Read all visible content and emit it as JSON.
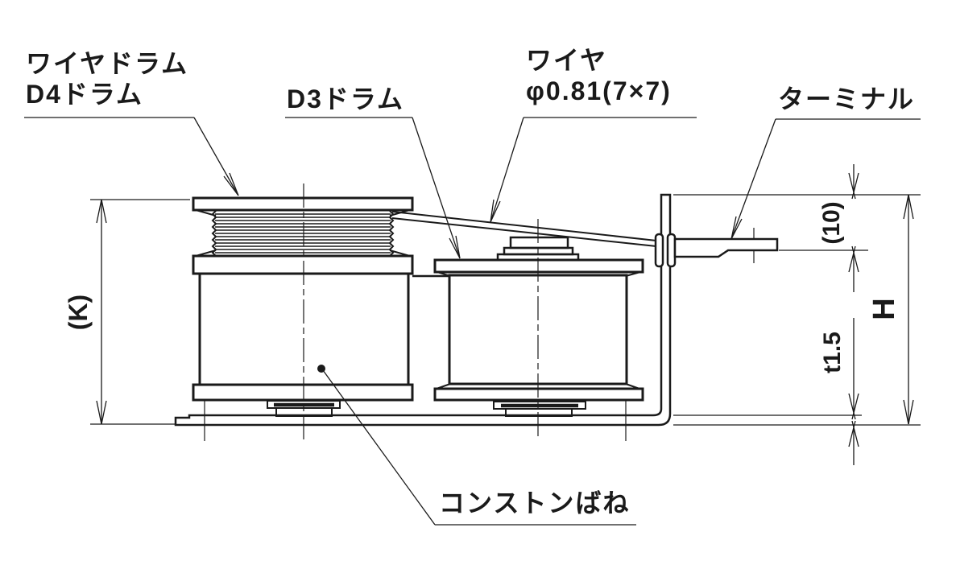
{
  "figure": {
    "type": "mechanical-drawing",
    "background": "#ffffff",
    "line_color": "#1a1a1a"
  },
  "labels": {
    "wire_drum": {
      "line1": "ワイヤドラム",
      "line2": "D4ドラム"
    },
    "d3_drum": "D3ドラム",
    "wire": {
      "line1": "ワイヤ",
      "line2": "φ0.81(7×7)"
    },
    "terminal": "ターミナル",
    "constant_spring": "コンストンばね"
  },
  "dimensions": {
    "drum_height": "(K)",
    "terminal_offset": "(10)",
    "overall_height": "H",
    "base_thickness": "t1.5"
  }
}
